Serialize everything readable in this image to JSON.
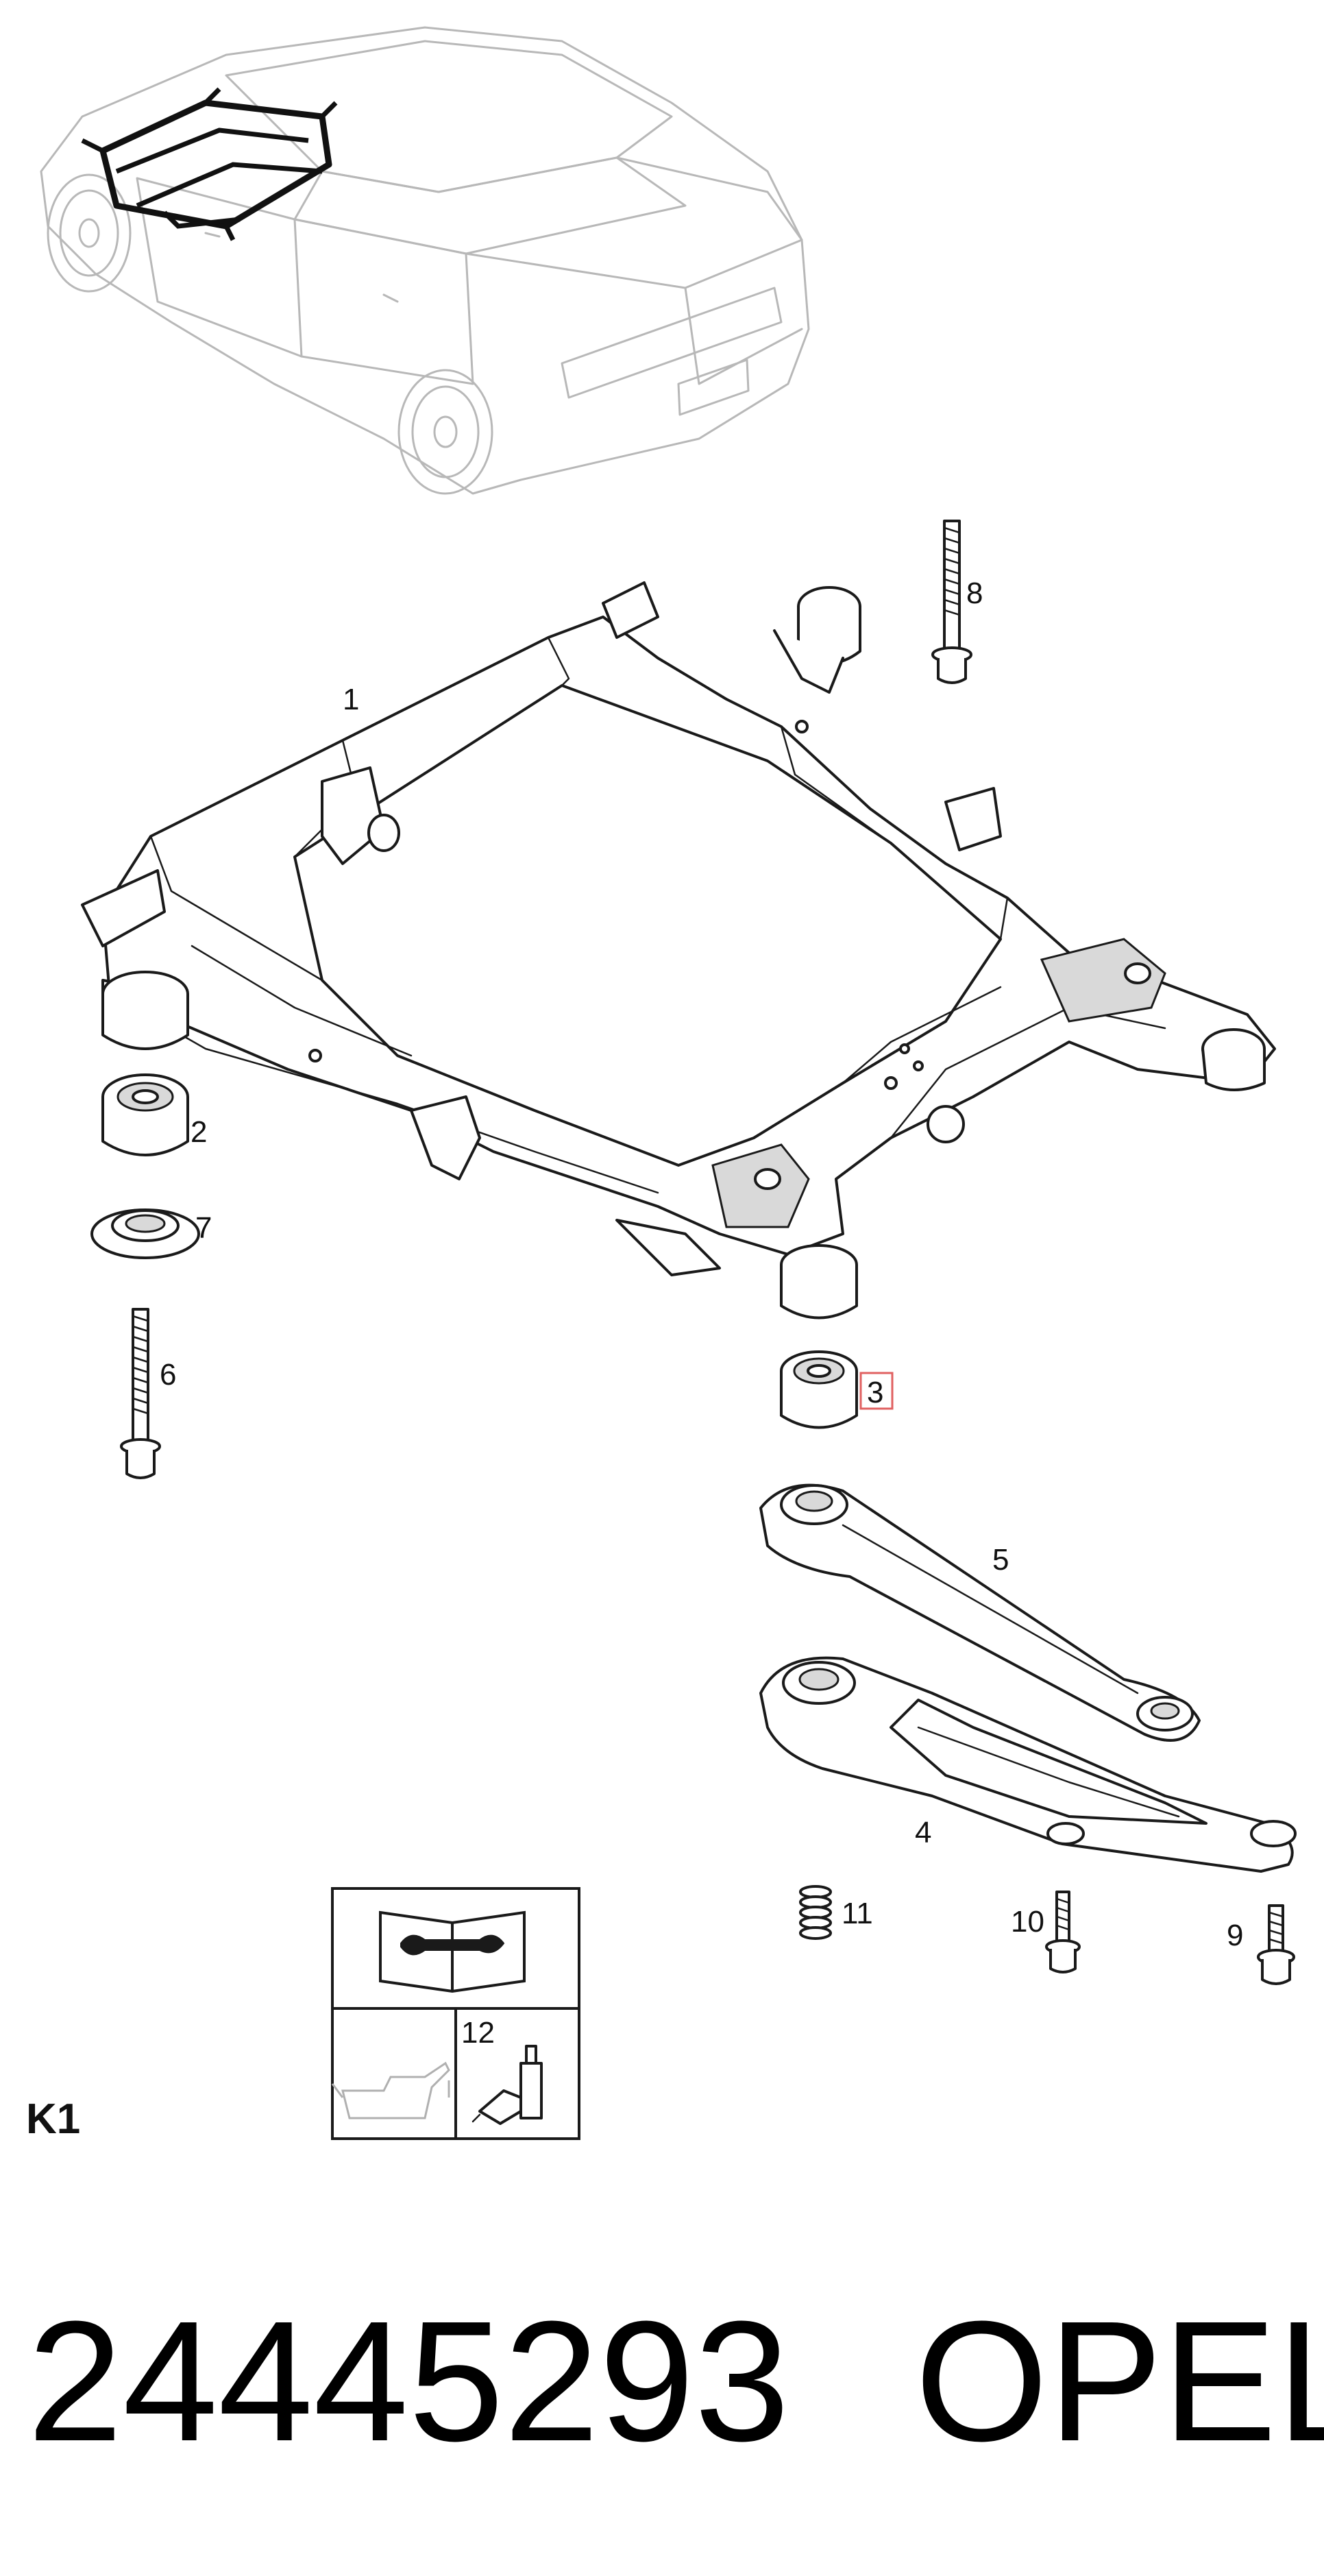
{
  "callouts": {
    "c1": "1",
    "c2": "2",
    "c3": "3",
    "c4": "4",
    "c5": "5",
    "c6": "6",
    "c7": "7",
    "c8": "8",
    "c9": "9",
    "c10": "10",
    "c11": "11",
    "c12": "12"
  },
  "highlighted_callout": "3",
  "highlight_color": "#e06060",
  "section_code": "K1",
  "part_number": "24445293",
  "brand": "OPEL"
}
